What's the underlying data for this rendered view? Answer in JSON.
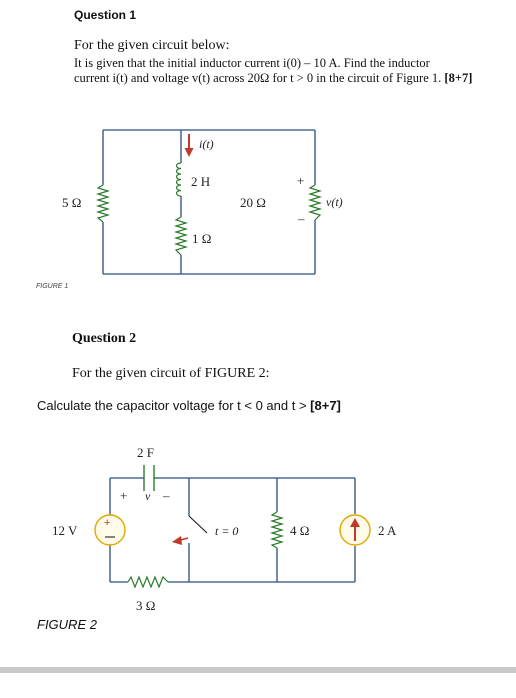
{
  "question1": {
    "heading": "Question 1",
    "intro": "For the given circuit below:",
    "line2": "It is given that the initial inductor current i(0) – 10 A. Find the inductor",
    "line3_text": "current i(t) and voltage  v(t) across 20Ω for t > 0 in the circuit of Figure 1. ",
    "line3_marks": "[8+7]"
  },
  "figure1": {
    "caption": "FIGURE 1",
    "resistor_left": "5 Ω",
    "current_label": "i(t)",
    "inductor": "2 H",
    "resistor_middle": "1 Ω",
    "resistor_right": "20 Ω",
    "voltage_plus": "+",
    "voltage_label": "v(t)",
    "voltage_minus": "–"
  },
  "question2": {
    "heading": "Question 2",
    "intro": "For the given circuit of FIGURE 2:",
    "task_text": "Calculate the capacitor voltage for t < 0 and t > ",
    "task_marks": "[8+7]"
  },
  "figure2": {
    "caption": "FIGURE 2",
    "capacitor": "2 F",
    "cap_plus": "+",
    "cap_v": "v",
    "cap_minus": "–",
    "voltage_source": "12 V",
    "switch_label": "t = 0",
    "resistor_4": "4 Ω",
    "current_source": "2 A",
    "resistor_3": "3 Ω"
  }
}
